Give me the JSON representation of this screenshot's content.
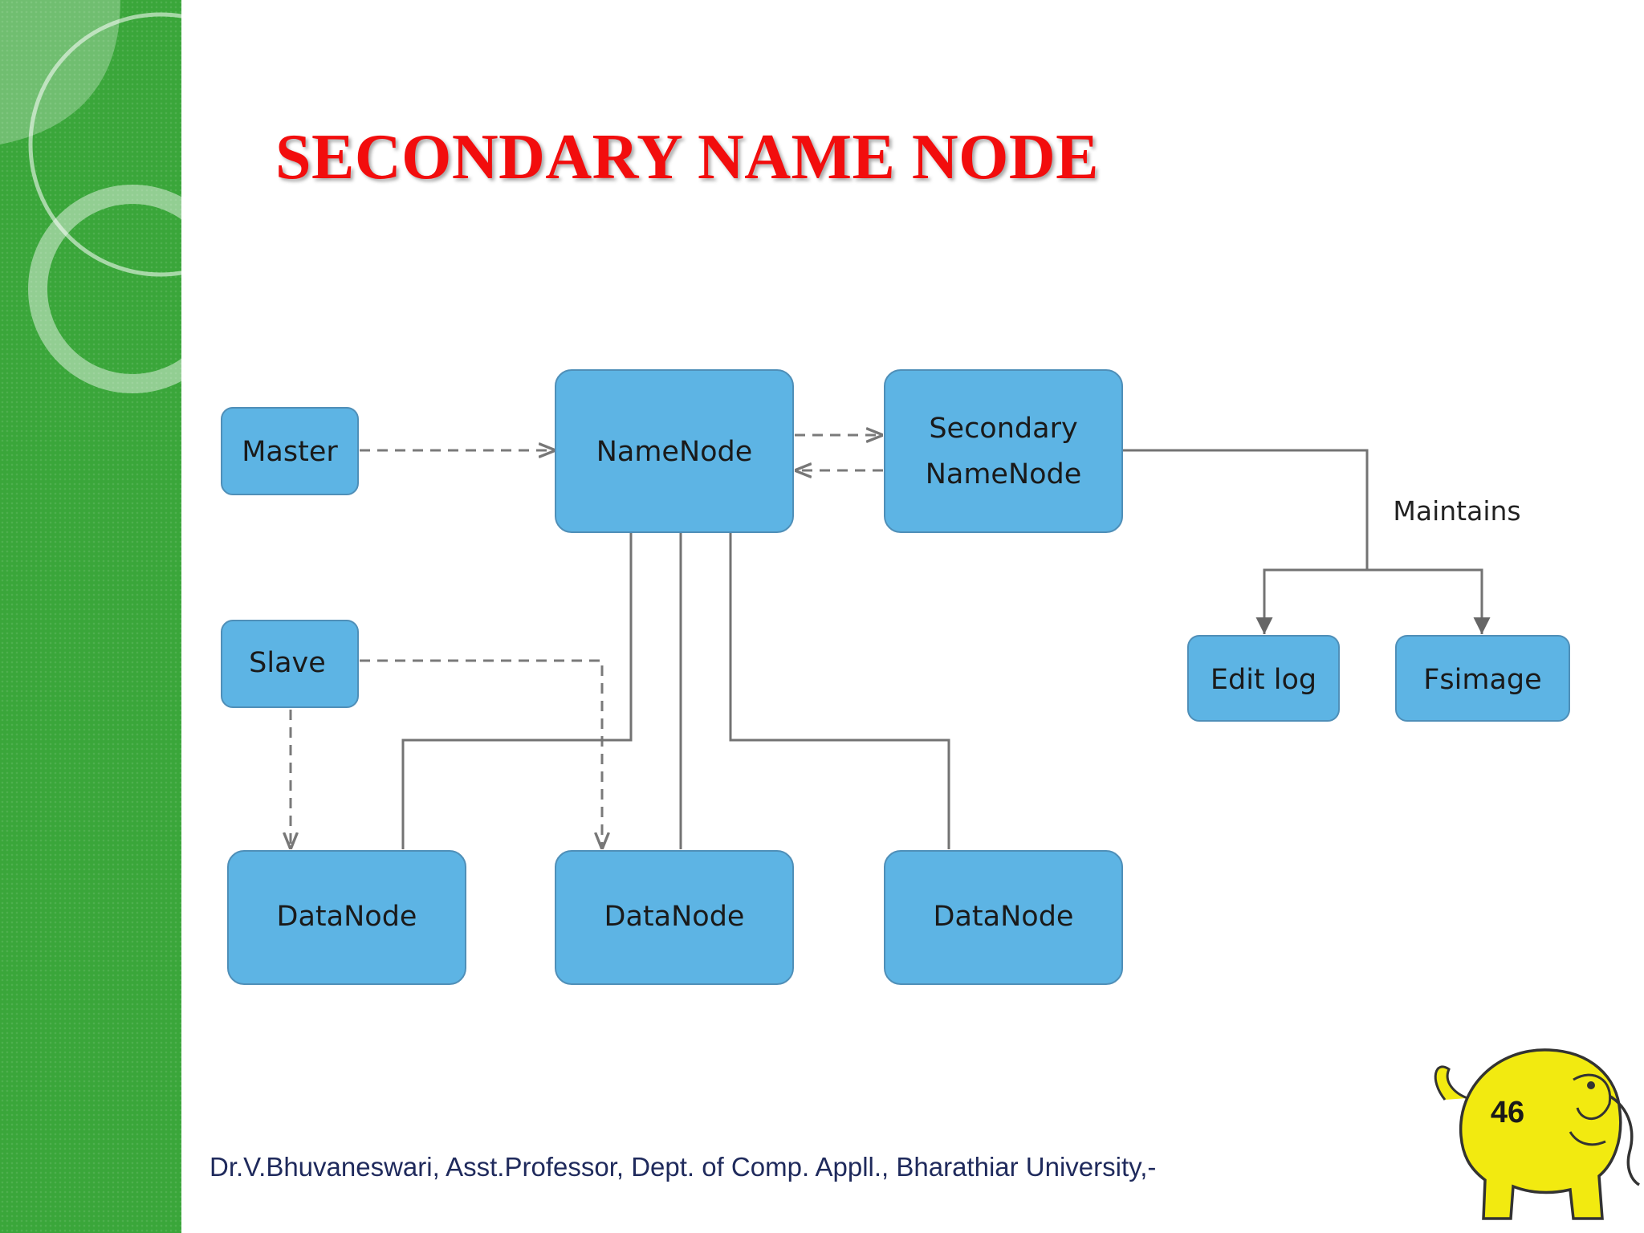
{
  "slide": {
    "title": "SECONDARY NAME NODE",
    "footer": "Dr.V.Bhuvaneswari, Asst.Professor, Dept. of Comp. Appll., Bharathiar University,-",
    "page_number": "46",
    "accent_color": "#3aa63a",
    "title_color": "#f20d0d"
  },
  "diagram": {
    "node_color": "#5db4e4",
    "nodes": {
      "master": "Master",
      "namenode": "NameNode",
      "secondary_line1": "Secondary",
      "secondary_line2": "NameNode",
      "slave": "Slave",
      "datanode_1": "DataNode",
      "datanode_2": "DataNode",
      "datanode_3": "DataNode",
      "edit_log": "Edit log",
      "fsimage": "Fsimage"
    },
    "labels": {
      "maintains": "Maintains"
    }
  }
}
